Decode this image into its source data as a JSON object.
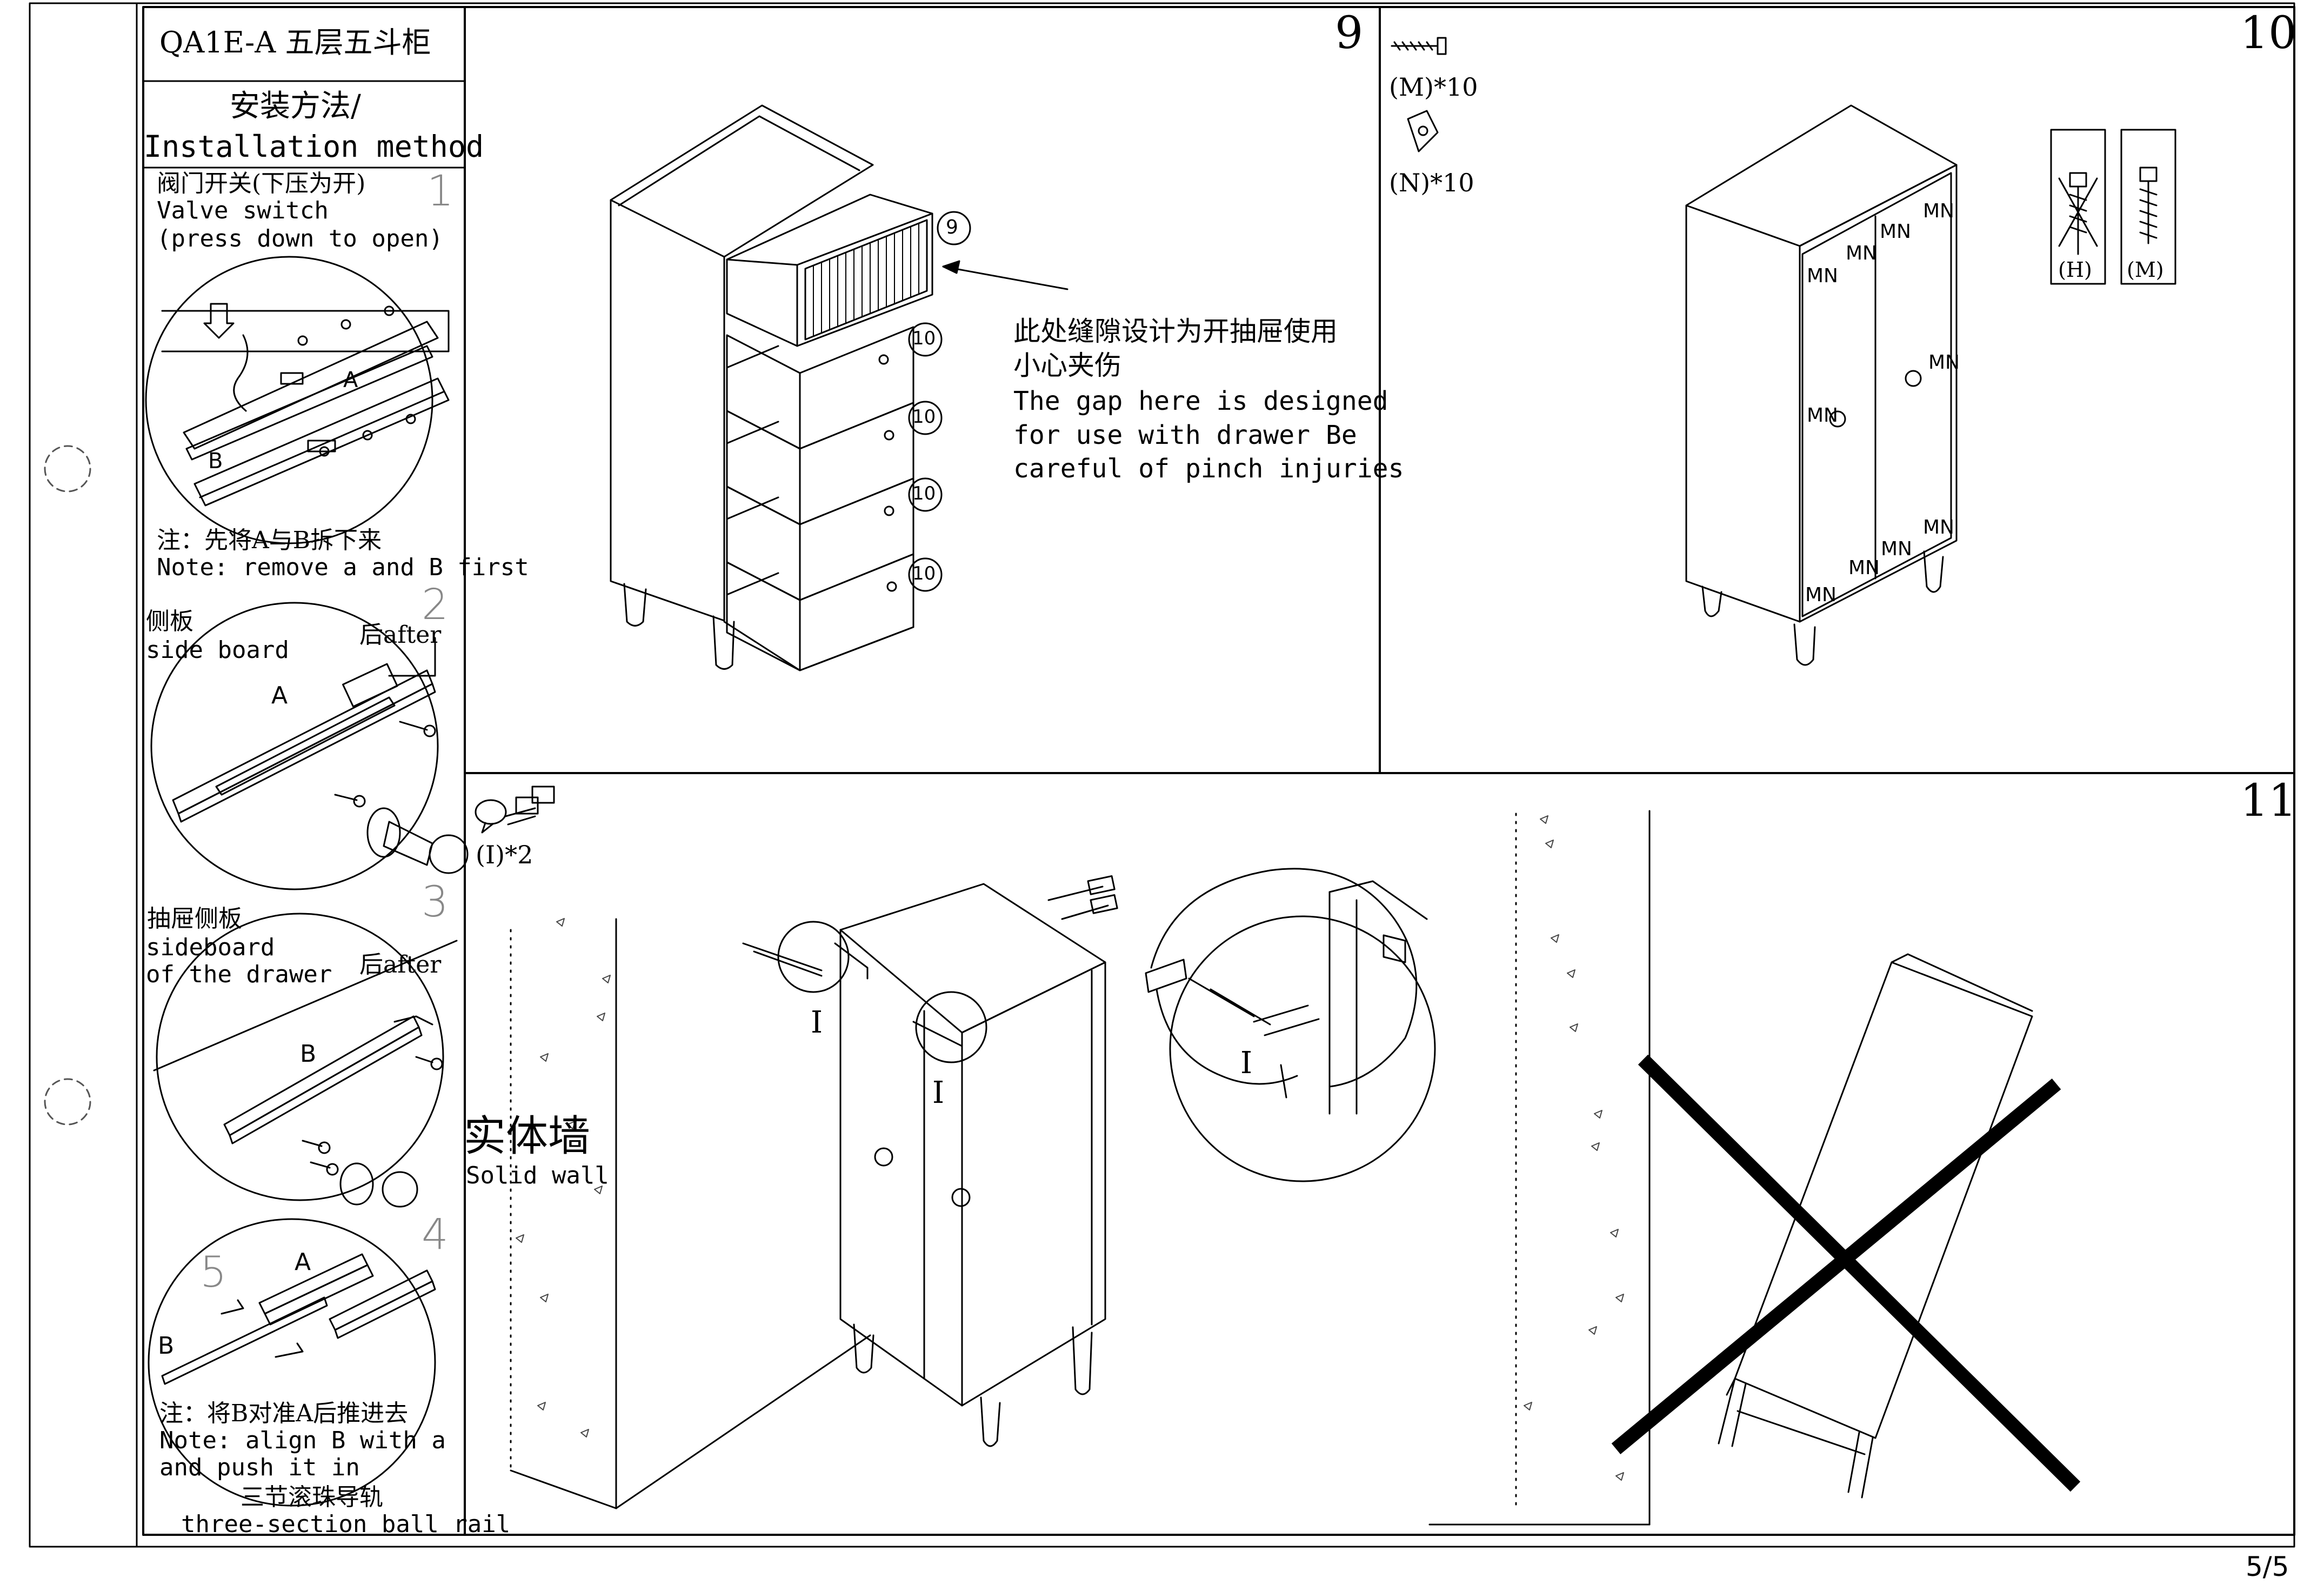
{
  "header": {
    "model": "QA1E-A 五层五斗柜",
    "method_cn": "安装方法/",
    "method_en": "Installation method",
    "page": "5/5"
  },
  "sidebar": {
    "step1": {
      "num": "1",
      "cn": "阀门开关(下压为开)",
      "en1": "Valve switch",
      "en2": "(press down to open)",
      "label_a": "A",
      "label_b": "B",
      "note_cn": "注：先将A与B拆下来",
      "note_en": "Note: remove a and B first"
    },
    "step2": {
      "num": "2",
      "cn": "侧板",
      "en": "side board",
      "after": "后after",
      "label_a": "A"
    },
    "step3": {
      "num": "3",
      "cn": "抽屉侧板",
      "en1": "sideboard",
      "en2": "of the drawer",
      "after": "后after",
      "label_b": "B"
    },
    "step4": {
      "num": "4",
      "num5": "5",
      "label_a": "A",
      "label_b": "B",
      "note_cn": "注：将B对准A后推进去",
      "note_en1": "Note: align B with a",
      "note_en2": "and push it in",
      "rail_cn": "三节滚珠导轨",
      "rail_en": "three-section ball rail"
    }
  },
  "step9": {
    "num": "9",
    "part9": "9",
    "part10": "10",
    "note_cn1": "此处缝隙设计为开抽屉使用",
    "note_cn2": "小心夹伤",
    "note_en1": "The gap here is designed",
    "note_en2": "for use with drawer Be",
    "note_en3": "careful of pinch injuries"
  },
  "step10": {
    "num": "10",
    "part_m": "(M)*10",
    "part_n": "(N)*10",
    "mn": "MN",
    "box_h": "(H)",
    "box_m": "(M)"
  },
  "step11": {
    "num": "11",
    "part_i": "(I)*2",
    "label_i": "I",
    "wall_cn": "实体墙",
    "wall_en": "Solid wall"
  }
}
